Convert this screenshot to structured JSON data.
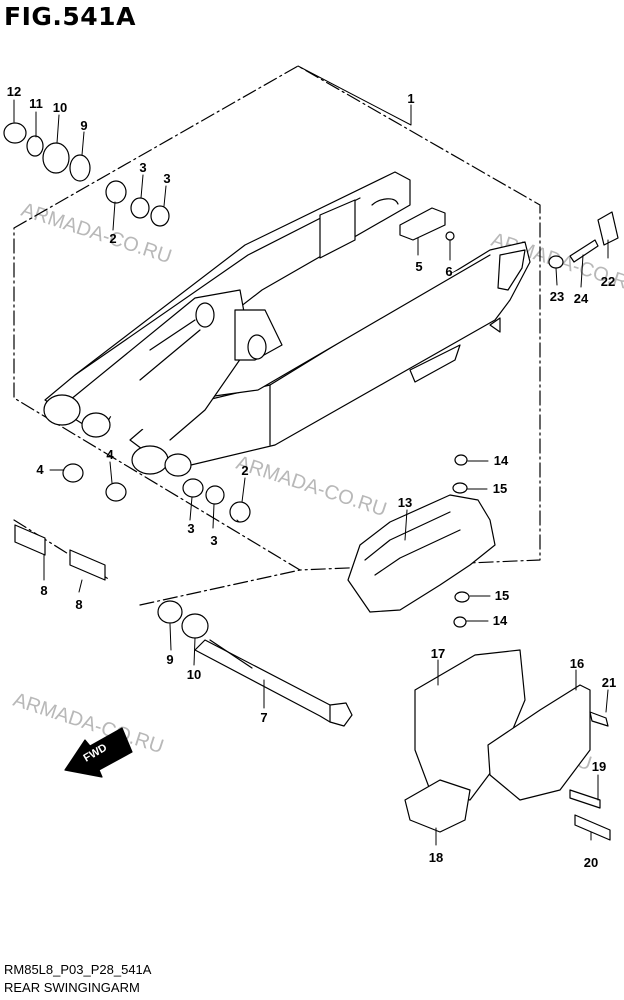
{
  "figure": {
    "title": "FIG.541A",
    "code": "RM85L8_P03_P28_541A",
    "name": "REAR SWINGINGARM"
  },
  "watermark": "ARMADA-CO.RU",
  "fwd_label": "FWD",
  "callouts": {
    "c1": "1",
    "c2a": "2",
    "c2b": "2",
    "c3a": "3",
    "c3b": "3",
    "c3c": "3",
    "c3d": "3",
    "c4a": "4",
    "c4b": "4",
    "c5": "5",
    "c6": "6",
    "c7": "7",
    "c8a": "8",
    "c8b": "8",
    "c9a": "9",
    "c9b": "9",
    "c10a": "10",
    "c10b": "10",
    "c11": "11",
    "c12": "12",
    "c13": "13",
    "c14a": "14",
    "c14b": "14",
    "c15a": "15",
    "c15b": "15",
    "c16": "16",
    "c17": "17",
    "c18": "18",
    "c19": "19",
    "c20": "20",
    "c21": "21",
    "c22": "22",
    "c23": "23",
    "c24": "24"
  }
}
